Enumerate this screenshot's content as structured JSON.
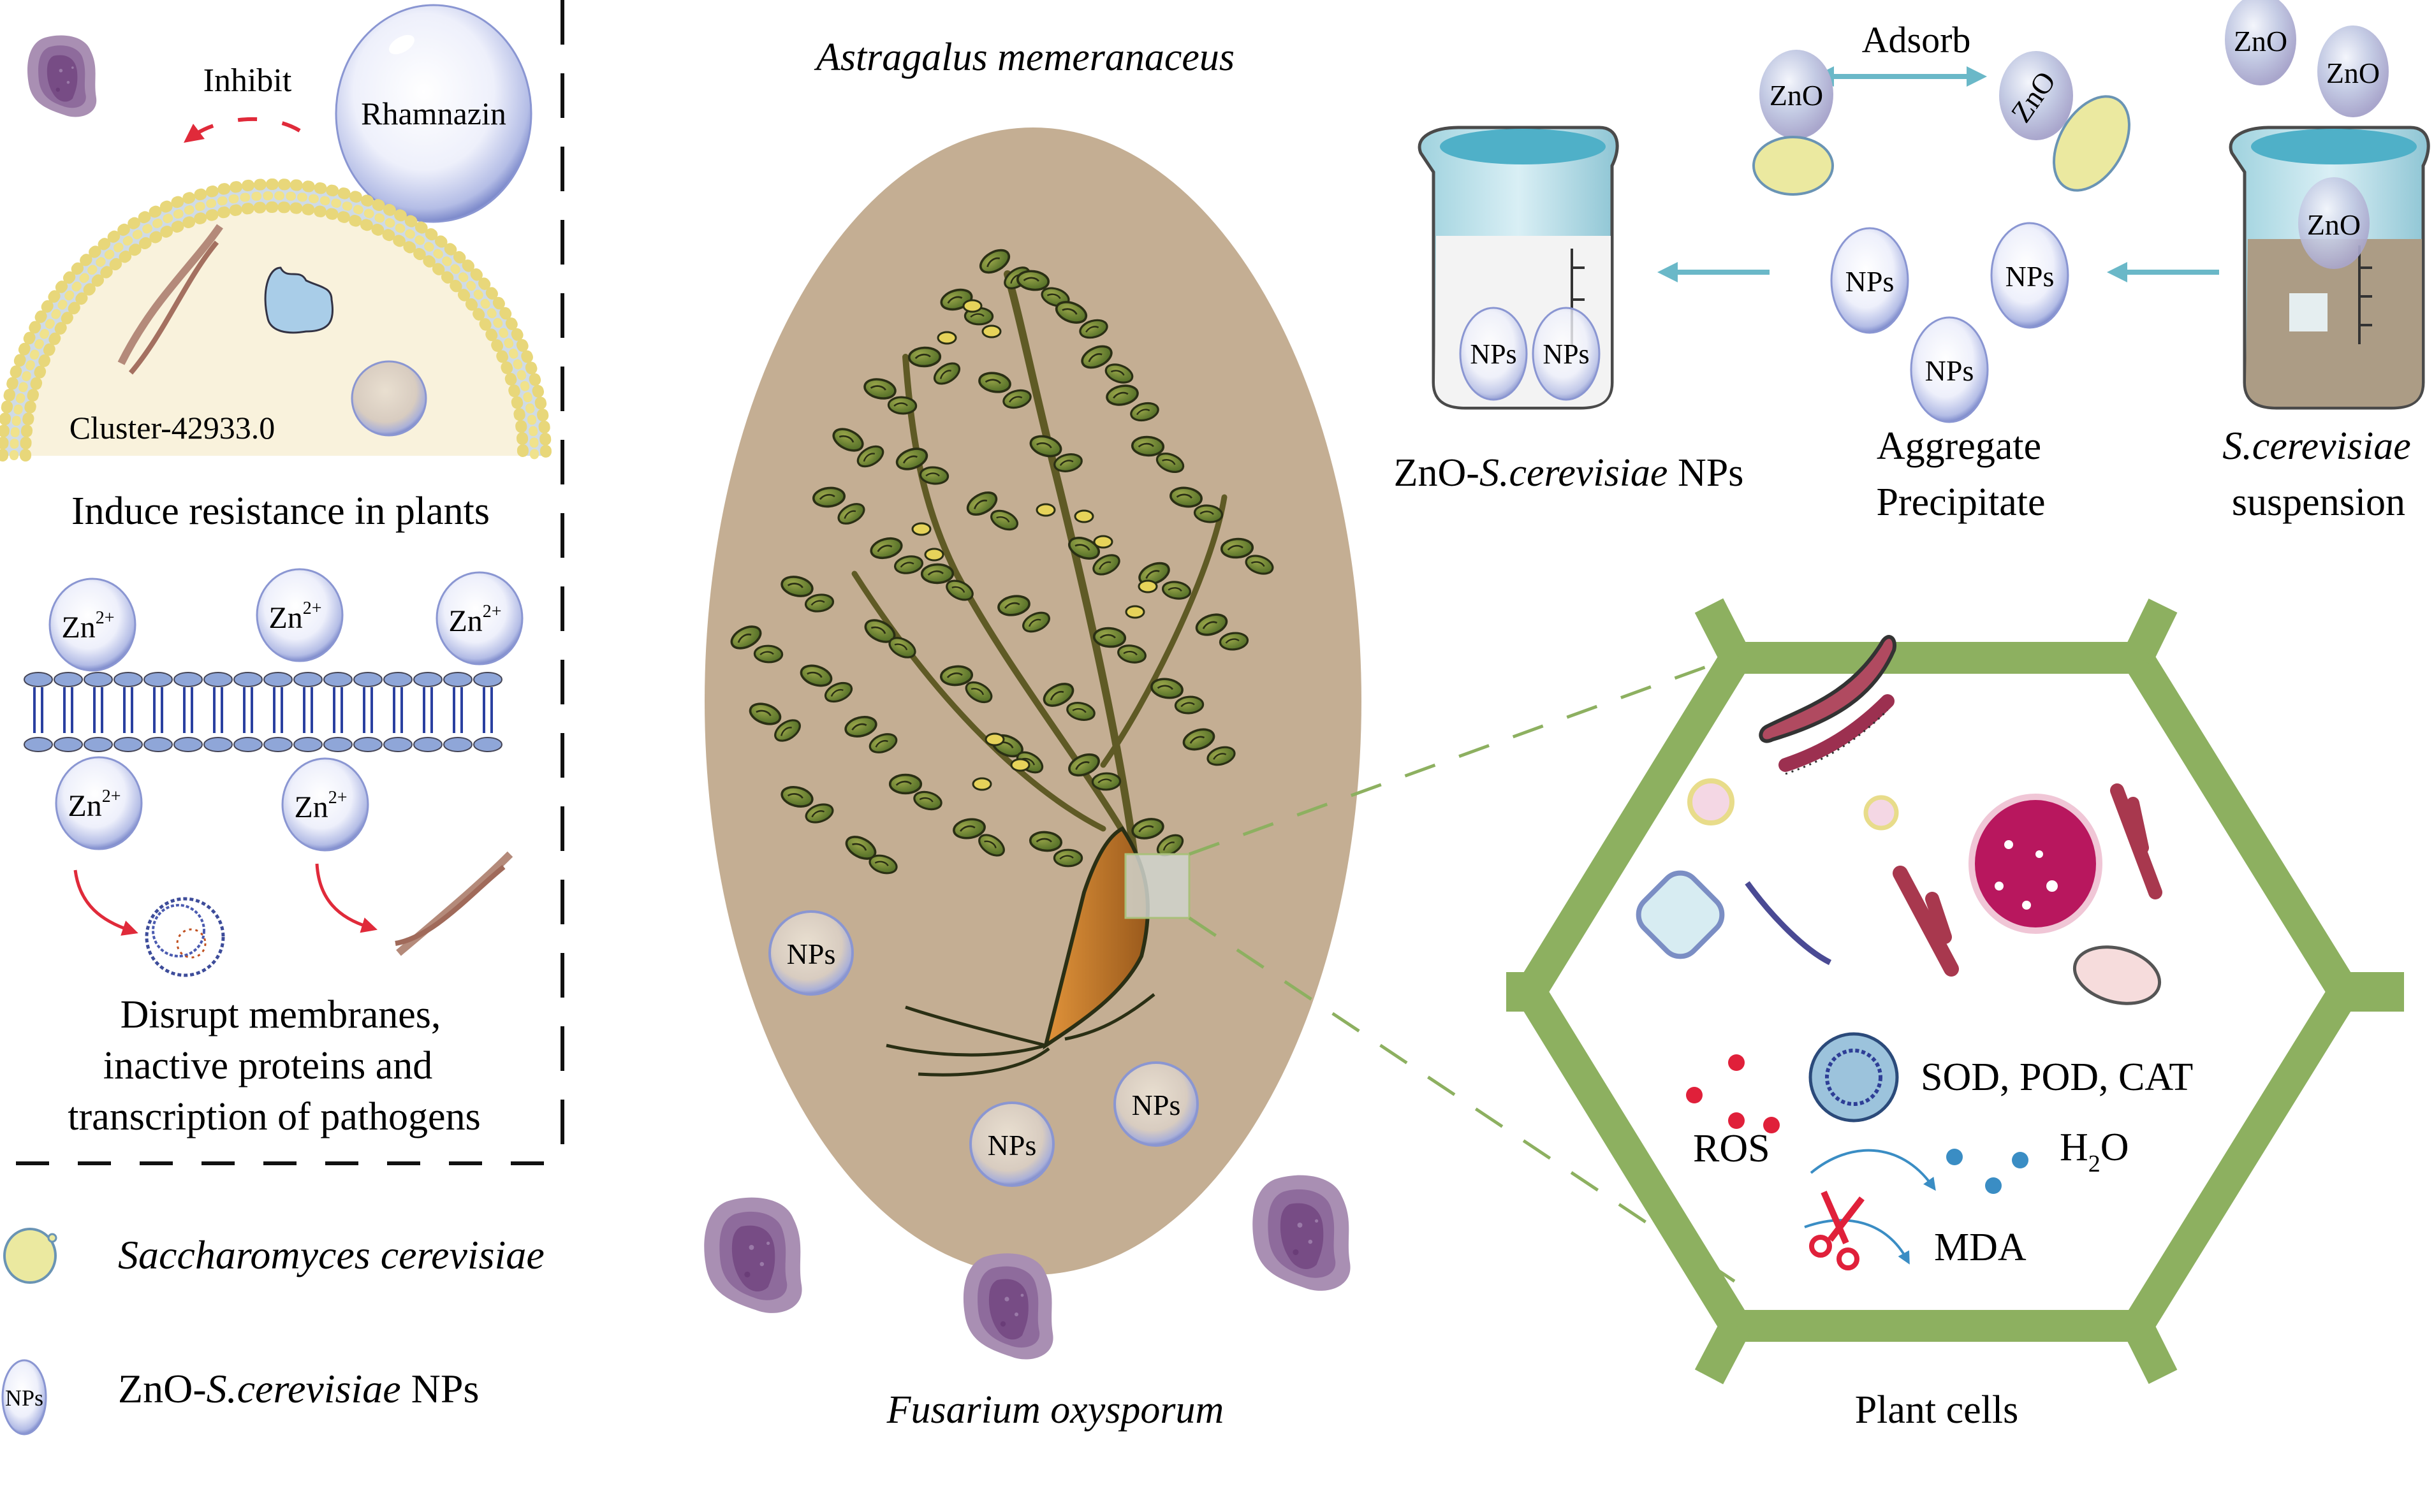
{
  "left_panel": {
    "inhibit_label": "Inhibit",
    "rhamnazin_label": "Rhamnazin",
    "cluster_label": "Cluster-42933.0",
    "induce_caption": "Induce resistance in plants",
    "zn_ion_label": "Zn",
    "zn_ion_charge": "2+",
    "disrupt_caption_lines": [
      "Disrupt membranes,",
      "inactive proteins and",
      "transcription of pathogens"
    ]
  },
  "legend": {
    "items": [
      {
        "icon": "yeast-cell-icon",
        "label": "Saccharomyces cerevisiae",
        "italic": true
      },
      {
        "icon": "nanoparticle-icon",
        "icon_text": "NPs",
        "label_prefix": "ZnO-",
        "label_italic": "S.cerevisiae",
        "label_suffix": " NPs"
      }
    ]
  },
  "center_panel": {
    "title": "Astragalus memeranaceus",
    "np_label": "NPs",
    "pathogen_caption": "Fusarium oxysporum"
  },
  "synthesis": {
    "adsorb_label": "Adsorb",
    "zno_label": "ZnO",
    "np_label": "NPs",
    "left_beaker_caption_prefix": "ZnO-",
    "left_beaker_caption_italic": "S.cerevisiae",
    "left_beaker_caption_suffix": " NPs",
    "middle_caption_lines": [
      "Aggregate",
      "Precipitate"
    ],
    "right_caption_italic": "S.cerevisiae",
    "right_caption_line2": "suspension"
  },
  "plant_cell": {
    "enzymes_label": "SOD, POD, CAT",
    "ros_label": "ROS",
    "h2o_label_h": "H",
    "h2o_label_sub": "2",
    "h2o_label_o": "O",
    "mda_label": "MDA",
    "caption": "Plant cells"
  },
  "colors": {
    "hexagon_green": "#8db060",
    "soil_tan": "#c4ae93",
    "pathogen_purple": "#9b7aa6",
    "arrow_red": "#e02a3a",
    "arrow_teal": "#6ab8c8",
    "yeast_yellow": "#ebe9a0",
    "leaf_green": "#5e7a2a",
    "root_orange": "#d4822a",
    "nucleus_magenta": "#b8175e",
    "organelle_maroon": "#a8384e",
    "ros_red": "#e0203a",
    "h2o_blue": "#3a8dc4"
  }
}
